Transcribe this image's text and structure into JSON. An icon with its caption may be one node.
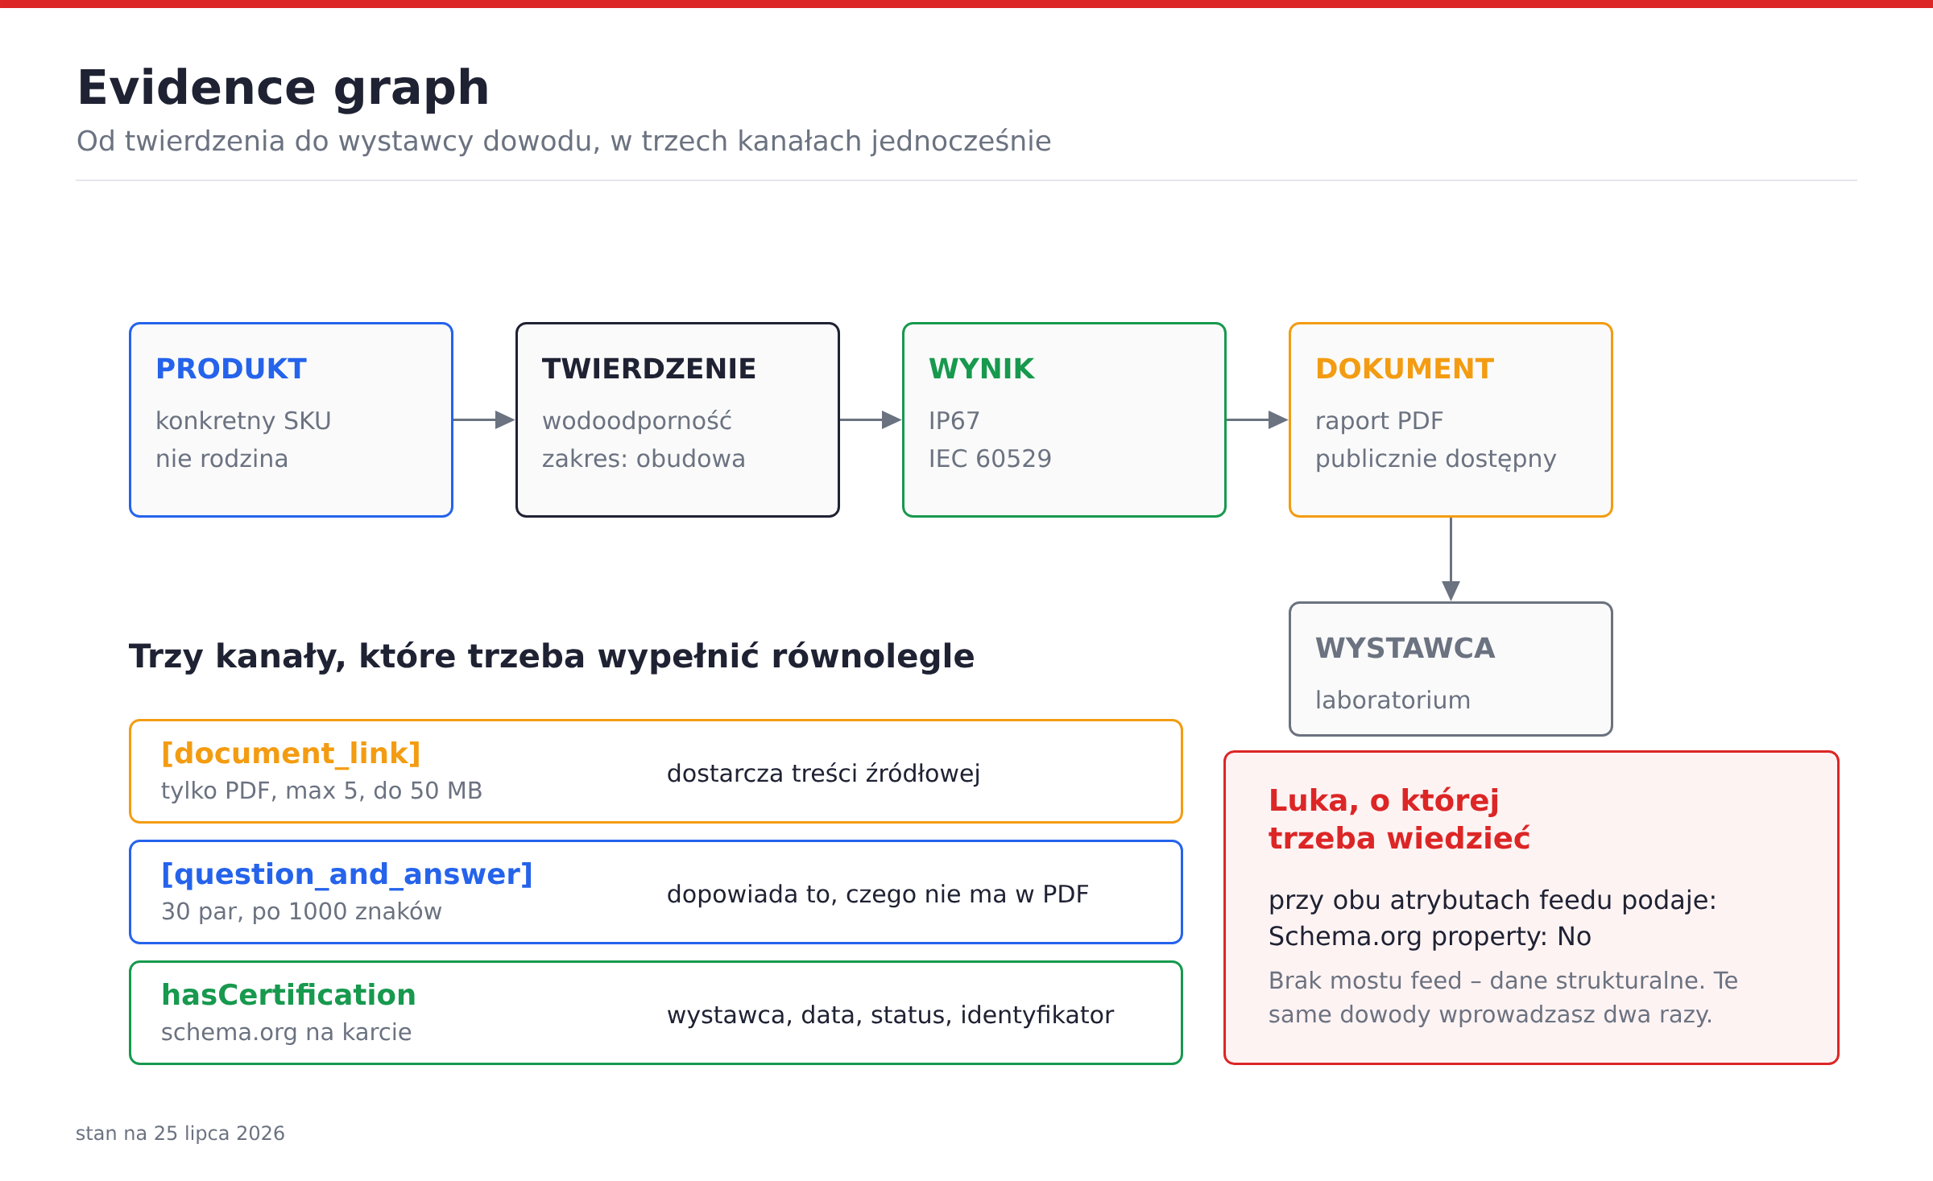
{
  "diagram": {
    "title": "Evidence graph",
    "nodes": [
      {
        "text": [
          "PRODUKT",
          "konkretny SKU",
          "nie rodzina"
        ]
      },
      {
        "text": [
          "TWIERDZENIE",
          "wodoodporność",
          "zakres: obudowa"
        ]
      },
      {
        "text": [
          "WYNIK",
          "IP67",
          "IEC 60529"
        ]
      },
      {
        "text": [
          "DOKUMENT",
          "raport PDF",
          "publicznie dostępny"
        ]
      },
      {
        "text": [
          "WYSTAWCA",
          "laboratorium"
        ]
      },
      {
        "text": [
          "[document_link]",
          "tylko PDF, max 5, do 50 MB",
          "dostarcza treści źródłowej"
        ]
      },
      {
        "text": [
          "[question_and_answer]",
          "30 par, po 1000 znaków",
          "dopowiada to, czego nie ma w PDF"
        ]
      },
      {
        "text": [
          "hasCertification",
          "schema.org na karcie",
          "wystawca, data, status, identyfikator"
        ]
      },
      {
        "text": [
          "Luka, o której trzeba wiedzieć",
          "przy obu atrybutach feedu podaje: Schema.org property: No",
          "Brak mostu feed – dane strukturalne. Te same dowody wprowadzasz dwa razy."
        ]
      }
    ],
    "edges": [
      {
        "from": 0,
        "to": 1,
        "arrow": "to"
      },
      {
        "from": 1,
        "to": 2,
        "arrow": "to"
      },
      {
        "from": 2,
        "to": 3,
        "arrow": "to"
      },
      {
        "from": 3,
        "to": 4,
        "arrow": "to"
      }
    ],
    "labels": [
      "Od twierdzenia do wystawcy dowodu, w trzech kanałach jednocześnie",
      "Trzy kanały, które trzeba wypełnić równolegle",
      "stan na 25 lipca 2026"
    ]
  }
}
